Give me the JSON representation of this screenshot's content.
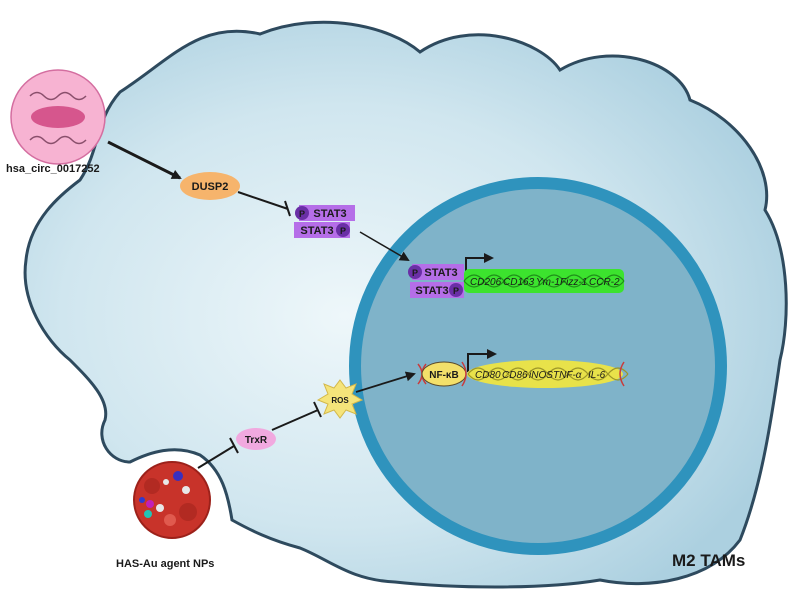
{
  "labels": {
    "circ_rna": "hsa_circ_0017252",
    "dusp2": "DUSP2",
    "stat3": "STAT3",
    "phospho": "P",
    "trxr": "TrxR",
    "ros": "ROS",
    "nfkb": "NF-κB",
    "nanoparticles": "HAS-Au agent NPs",
    "cell_type": "M2 TAMs"
  },
  "m2_genes": [
    "CD206",
    "CD163",
    "Ym-1",
    "Fizz-1",
    "CCR-2"
  ],
  "m1_genes": [
    "CD80",
    "CD86",
    "iNOS",
    "TNF-α",
    "IL-6"
  ],
  "colors": {
    "cytoplasm_edge": "#b6d7e5",
    "cytoplasm_center": "#e9f4f8",
    "membrane": "#2e4a5e",
    "nucleus_fill": "#7fb3c9",
    "nucleus_ring": "#2f93bd",
    "dusp2": "#f6b46c",
    "stat3_box": "#b56ee8",
    "phospho_circle": "#6a2fa6",
    "green_gene": "#3ce32e",
    "yellow_gene": "#e8e24a",
    "nfkb": "#f3e06a",
    "trxr": "#f1a9df",
    "ros": "#f5e47a",
    "circ_outer": "#f7b3d2",
    "circ_inner": "#d6568d",
    "np_red": "#c8332a"
  }
}
